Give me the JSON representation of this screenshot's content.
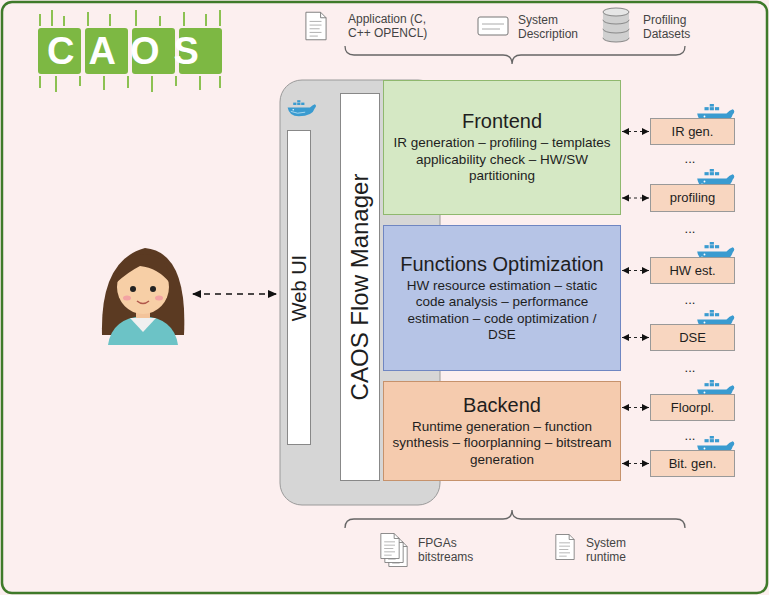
{
  "diagram": {
    "nodes": [
      {
        "text": [
          "Web UI"
        ]
      },
      {
        "text": [
          "CAOS Flow Manager"
        ]
      },
      {
        "text": [
          "Frontend",
          "IR generation – profiling – templates applicability check – HW/SW partitioning"
        ]
      },
      {
        "text": [
          "Functions Optimization",
          "HW resource estimation – static code analysis – performance estimation – code optimization / DSE"
        ]
      },
      {
        "text": [
          "Backend",
          "Runtime generation – function synthesis – floorplanning – bitstream generation"
        ]
      },
      {
        "text": [
          "IR gen."
        ]
      },
      {
        "text": [
          "profiling"
        ]
      },
      {
        "text": [
          "HW est."
        ]
      },
      {
        "text": [
          "DSE"
        ]
      },
      {
        "text": [
          "Floorpl."
        ]
      },
      {
        "text": [
          "Bit. gen."
        ]
      }
    ],
    "edges": [
      {
        "from": 2,
        "to": 5,
        "arrow": "both"
      },
      {
        "from": 2,
        "to": 6,
        "arrow": "both"
      },
      {
        "from": 3,
        "to": 7,
        "arrow": "both"
      },
      {
        "from": 3,
        "to": 8,
        "arrow": "both"
      },
      {
        "from": 4,
        "to": 9,
        "arrow": "both"
      },
      {
        "from": 4,
        "to": 10,
        "arrow": "both"
      }
    ],
    "labels": [
      "CAOS",
      "Application (C, C++ OPENCL)",
      "System Description",
      "Profiling Datasets",
      "...",
      "...",
      "...",
      "...",
      "...",
      "FPGAs bitstreams",
      "System runtime"
    ]
  }
}
